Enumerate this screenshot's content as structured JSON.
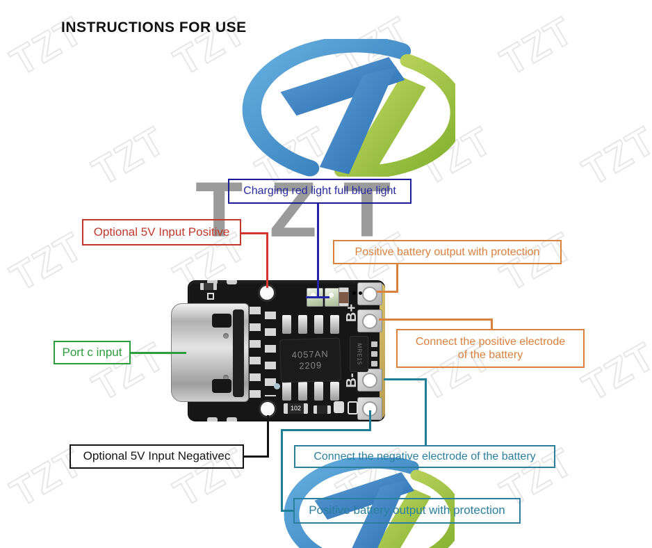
{
  "title": "INSTRUCTIONS FOR USE",
  "watermark": {
    "text": "TZT"
  },
  "callouts": {
    "charging": {
      "text": "Charging red light full blue light",
      "color": "#1c1c94"
    },
    "input_positive": {
      "text": "Optional 5V Input Positive",
      "color": "#c0392b"
    },
    "output_protection_top": {
      "text": "Positive battery output with protection",
      "color": "#d9813d"
    },
    "connect_positive": {
      "line1": "Connect the positive electrode",
      "line2": "of the battery",
      "color": "#d9813d"
    },
    "port_c": {
      "text": "Port c input",
      "color": "#2d9e3e"
    },
    "input_negative": {
      "text": "Optional 5V Input Negativec",
      "color": "#141414"
    },
    "connect_negative": {
      "text": "Connect the negative electrode of the battery",
      "color": "#2b7f9e"
    },
    "output_protection_bottom": {
      "text": "Positive battery output with protection",
      "color": "#2b7f9e"
    }
  },
  "pcb": {
    "ic_marking_line1": "4057AN",
    "ic_marking_line2": "2209",
    "protection_ic_marking": "MRE15",
    "silkscreen_b_plus": "B+",
    "silkscreen_b_minus": "B-",
    "resistor_marking": "102"
  },
  "colors": {
    "leader_blue": "#2323a8",
    "leader_red": "#d4382c",
    "leader_orange": "#d9813d",
    "leader_green": "#2d9e3e",
    "leader_black": "#141414",
    "leader_teal": "#1f7f99",
    "watermark_gray": "#9b9b9b",
    "logo_blue": "#2d74b4",
    "logo_green": "#7fae2c",
    "pcb_board": "#161616",
    "pcb_gold_edge": "#c9b465"
  }
}
